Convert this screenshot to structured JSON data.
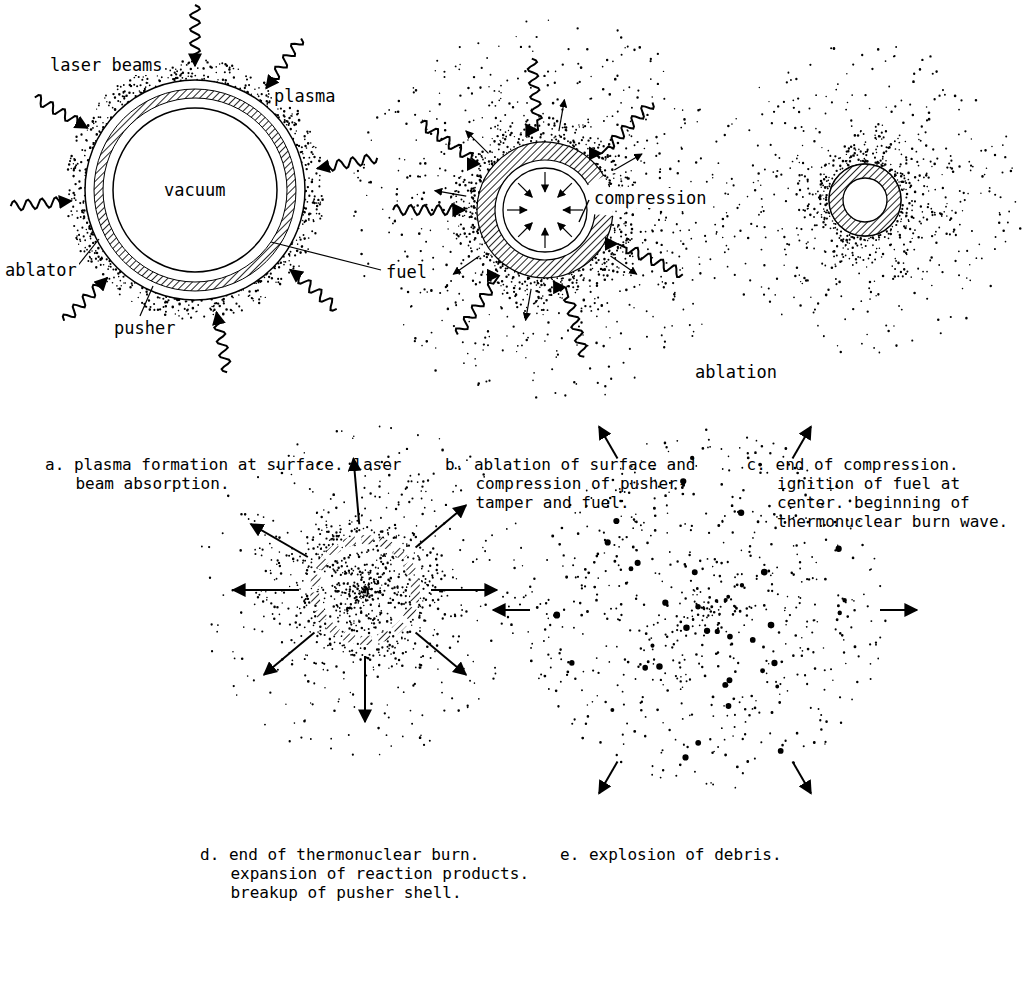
{
  "diagram": {
    "labels": [
      "laser beams",
      "plasma",
      "vacuum",
      "ablator",
      "fuel",
      "pusher",
      "compression",
      "ablation",
      "a. plasma formation at surface. laser beam absorption.",
      "b. ablation of surface and compression of pusher-tamper and fuel.",
      "c. end of compression. ignition of fuel at center. beginning of thermonuclear burn wave.",
      "d. end of thermonuclear burn. expansion of reaction products. breakup of pusher shell.",
      "e. explosion of debris."
    ]
  }
}
